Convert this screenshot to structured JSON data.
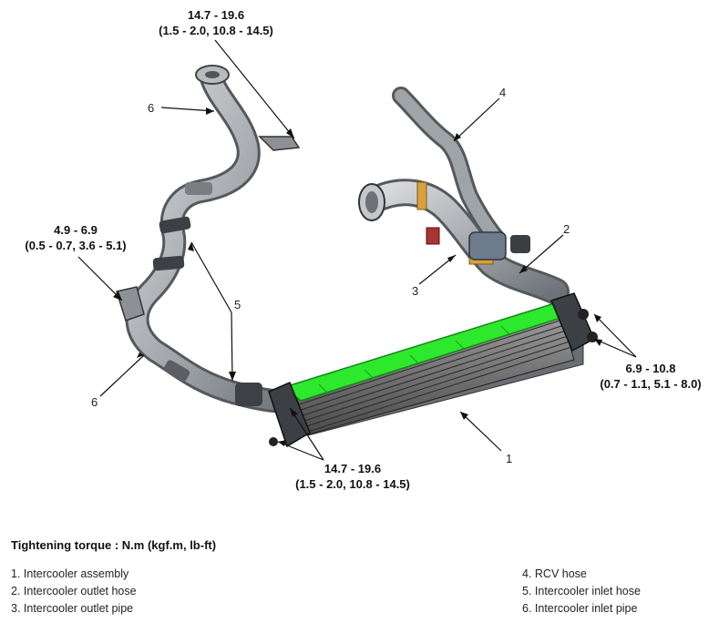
{
  "torque_labels": {
    "top": {
      "line1": "14.7 - 19.6",
      "line2": "(1.5 - 2.0, 10.8 - 14.5)"
    },
    "left": {
      "line1": "4.9 - 6.9",
      "line2": "(0.5 - 0.7, 3.6 - 5.1)"
    },
    "right": {
      "line1": "6.9 - 10.8",
      "line2": "(0.7 - 1.1, 5.1 - 8.0)"
    },
    "bottom": {
      "line1": "14.7 - 19.6",
      "line2": "(1.5 - 2.0, 10.8 - 14.5)"
    }
  },
  "callouts": {
    "c1": "1",
    "c2": "2",
    "c3": "3",
    "c4": "4",
    "c5": "5",
    "c6_top": "6",
    "c6_bottom": "6"
  },
  "legend": {
    "title": "Tightening torque : N.m (kgf.m, lb-ft)",
    "left_items": [
      "1. Intercooler assembly",
      "2. Intercooler outlet hose",
      "3. Intercooler outlet pipe"
    ],
    "right_items": [
      "4. RCV hose",
      "5. Intercooler inlet hose",
      "6. Intercooler inlet pipe"
    ]
  },
  "colors": {
    "highlight": "#2ee82e",
    "pipe": "#a9aeb3",
    "clamp": "#d9a23c"
  }
}
